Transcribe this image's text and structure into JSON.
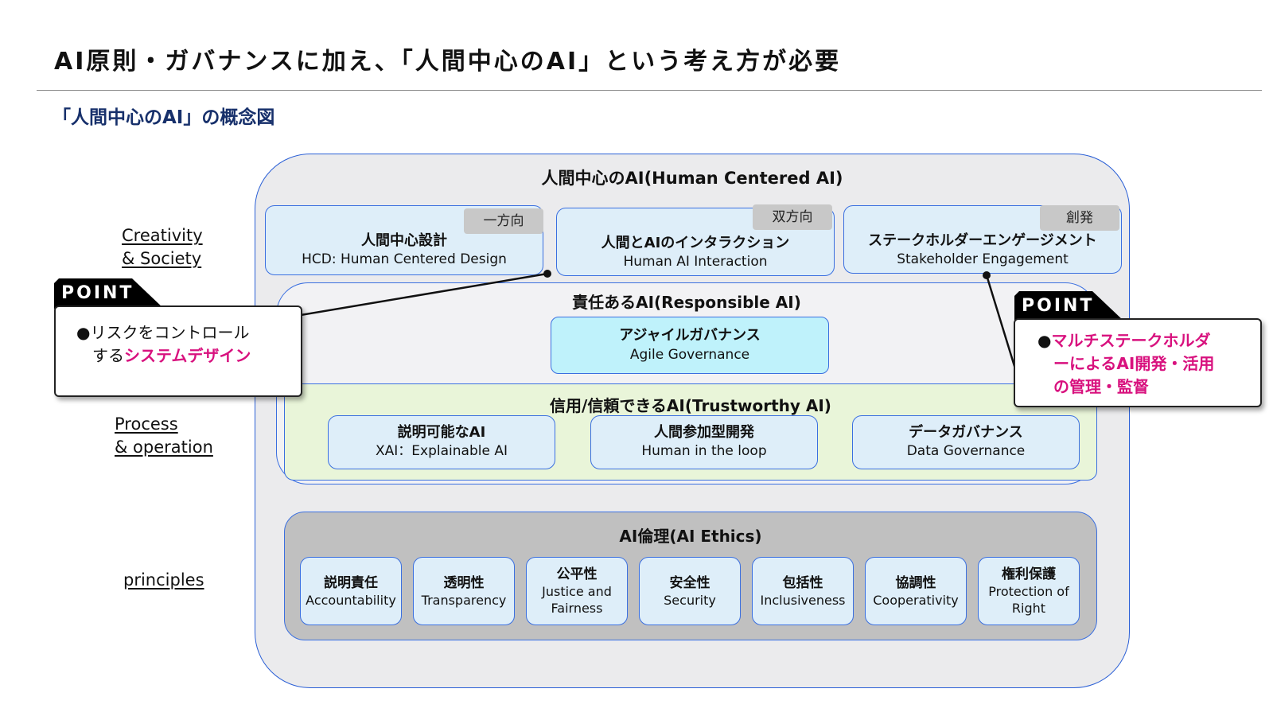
{
  "page": {
    "title": "AI原則・ガバナンスに加え、「人間中心のAI」という考え方が必要",
    "subtitle": "「人間中心のAI」の概念図"
  },
  "side_labels": {
    "creativity_line1": "Creativity",
    "creativity_line2": "& Society",
    "process_line1": "Process",
    "process_line2": "& operation",
    "principles": "principles"
  },
  "human_centered": {
    "title": "人間中心のAI(Human Centered AI)",
    "items": [
      {
        "jp": "人間中心設計",
        "en": "HCD: Human Centered Design",
        "tag": "一方向"
      },
      {
        "jp": "人間とAIのインタラクション",
        "en": "Human AI Interaction",
        "tag": "双方向"
      },
      {
        "jp": "ステークホルダーエンゲージメント",
        "en": "Stakeholder Engagement",
        "tag": "創発"
      }
    ]
  },
  "responsible": {
    "title": "責任あるAI(Responsible AI)",
    "agile": {
      "jp": "アジャイルガバナンス",
      "en": "Agile Governance"
    }
  },
  "trustworthy": {
    "title": "信用/信頼できるAI(Trustworthy AI)",
    "items": [
      {
        "jp": "説明可能なAI",
        "en": "XAI：Explainable AI"
      },
      {
        "jp": "人間参加型開発",
        "en": "Human in the loop"
      },
      {
        "jp": "データガバナンス",
        "en": "Data Governance"
      }
    ]
  },
  "ethics": {
    "title": "AI倫理(AI Ethics)",
    "items": [
      {
        "jp": "説明責任",
        "en1": "Accountability",
        "en2": ""
      },
      {
        "jp": "透明性",
        "en1": "Transparency",
        "en2": ""
      },
      {
        "jp": "公平性",
        "en1": "Justice and",
        "en2": "Fairness"
      },
      {
        "jp": "安全性",
        "en1": "Security",
        "en2": ""
      },
      {
        "jp": "包括性",
        "en1": "Inclusiveness",
        "en2": ""
      },
      {
        "jp": "協調性",
        "en1": "Cooperativity",
        "en2": ""
      },
      {
        "jp": "権利保護",
        "en1": "Protection of",
        "en2": "Right"
      }
    ]
  },
  "points": {
    "left": {
      "label": "POINT",
      "line1": "●リスクをコントロール",
      "line2_plain": "する",
      "line2_pink": "システムデザイン"
    },
    "right": {
      "label": "POINT",
      "bullet": "●",
      "line1": "マルチステークホルダ",
      "line2": "ーによるAI開発・活用",
      "line3": "の管理・監督"
    }
  },
  "colors": {
    "border_blue": "#3a6fe0",
    "pink": "#d8117e",
    "navy": "#17306b"
  }
}
